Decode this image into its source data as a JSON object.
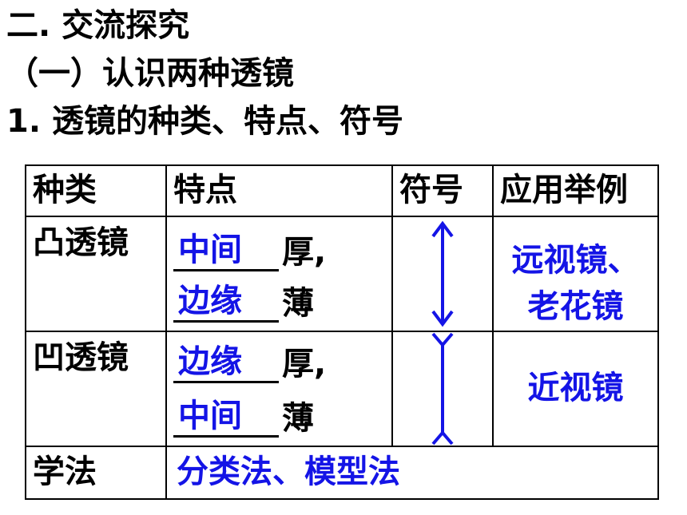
{
  "headings": {
    "section": "二. 交流探究",
    "subsection": "（一）认识两种透镜",
    "item": "1. 透镜的种类、特点、符号"
  },
  "table": {
    "headers": {
      "type": "种类",
      "feature": "特点",
      "symbol": "符号",
      "application": "应用举例"
    },
    "convex": {
      "type": "凸透镜",
      "line1_answer": "中间",
      "line1_suffix": "厚,",
      "line2_answer": "边缘",
      "line2_suffix": "薄",
      "symbol_icon": "double-arrow-outward-icon",
      "application_line1": "远视镜、",
      "application_line2": "老花镜"
    },
    "concave": {
      "type": "凹透镜",
      "line1_answer": "边缘",
      "line1_suffix": "厚,",
      "line2_answer": "中间",
      "line2_suffix": "薄",
      "symbol_icon": "double-arrow-inward-icon",
      "application": "近视镜"
    },
    "method": {
      "label": "学法",
      "value": "分类法、模型法"
    }
  },
  "colors": {
    "text": "#000000",
    "answer_blue": "#1414e6"
  }
}
